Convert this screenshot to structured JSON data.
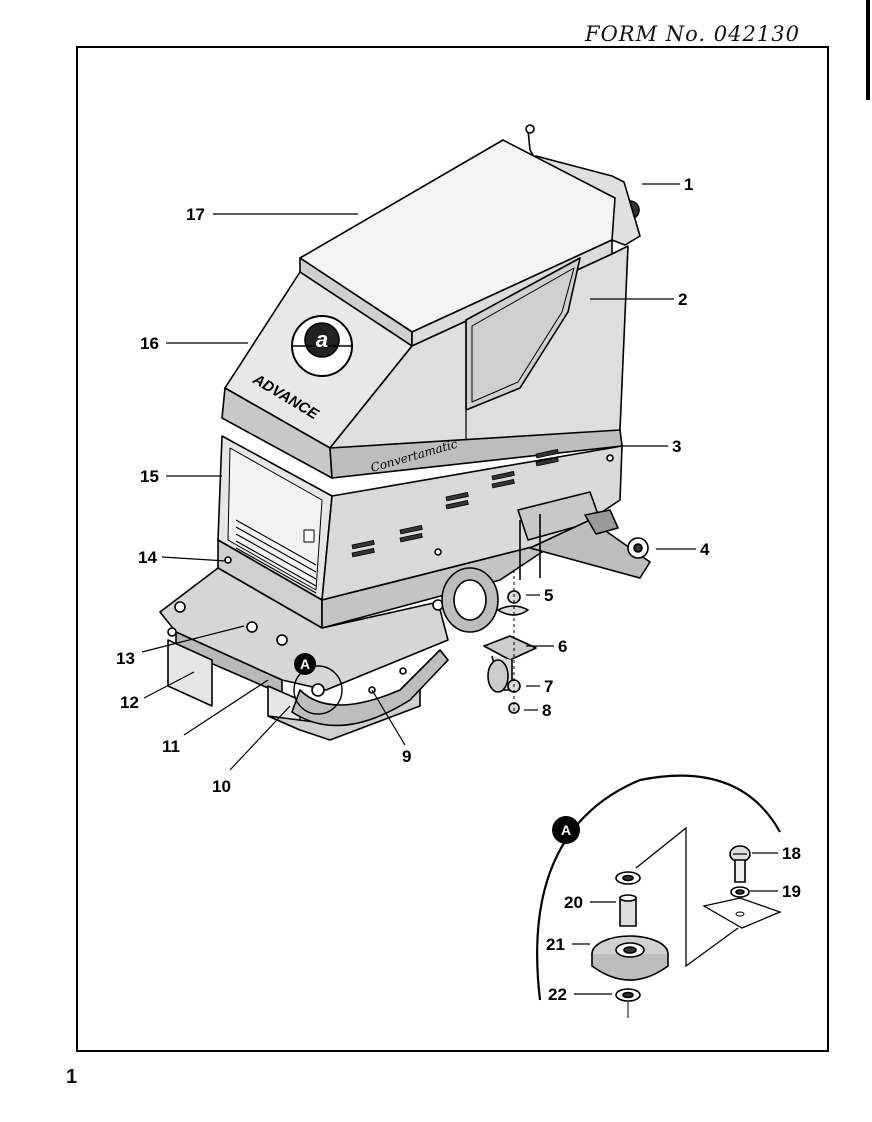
{
  "header": {
    "form_number": "FORM No. 042130"
  },
  "footer": {
    "page_number": "1"
  },
  "machine": {
    "brand_letter": "a",
    "brand_name": "ADVANCE",
    "model_script": "Convertamatic"
  },
  "detail": {
    "label": "A"
  },
  "callouts": [
    "1",
    "2",
    "3",
    "4",
    "5",
    "6",
    "7",
    "8",
    "9",
    "10",
    "11",
    "12",
    "13",
    "14",
    "15",
    "16",
    "17",
    "18",
    "19",
    "20",
    "21",
    "22"
  ],
  "colors": {
    "ink": "#000000",
    "body_shade": "#d9d9d9",
    "panel_shade": "#bdbdbd",
    "paper": "#ffffff"
  }
}
